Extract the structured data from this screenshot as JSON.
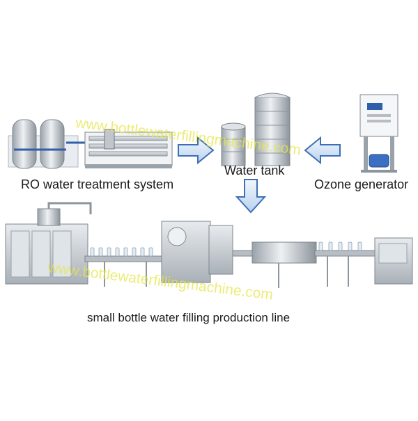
{
  "labels": {
    "ro_system": "RO water treatment system",
    "water_tank": "Water tank",
    "ozone_generator": "Ozone generator",
    "production_line": "small bottle water filling production line"
  },
  "watermarks": {
    "top": "www.bottlewaterfillingmachine.com",
    "bottom": "www.bottlewaterfillingmachine.com"
  },
  "colors": {
    "arrow_fill": "#d6e6f7",
    "arrow_stroke": "#3d6fb6",
    "watermark": "#e6e64a",
    "machine_steel": "#c9ced3"
  },
  "icons": [
    "ro-tank-icon",
    "water-tank-icon",
    "ozone-generator-icon",
    "filling-machine-icon",
    "arrow-right-icon",
    "arrow-left-icon",
    "arrow-down-icon"
  ]
}
